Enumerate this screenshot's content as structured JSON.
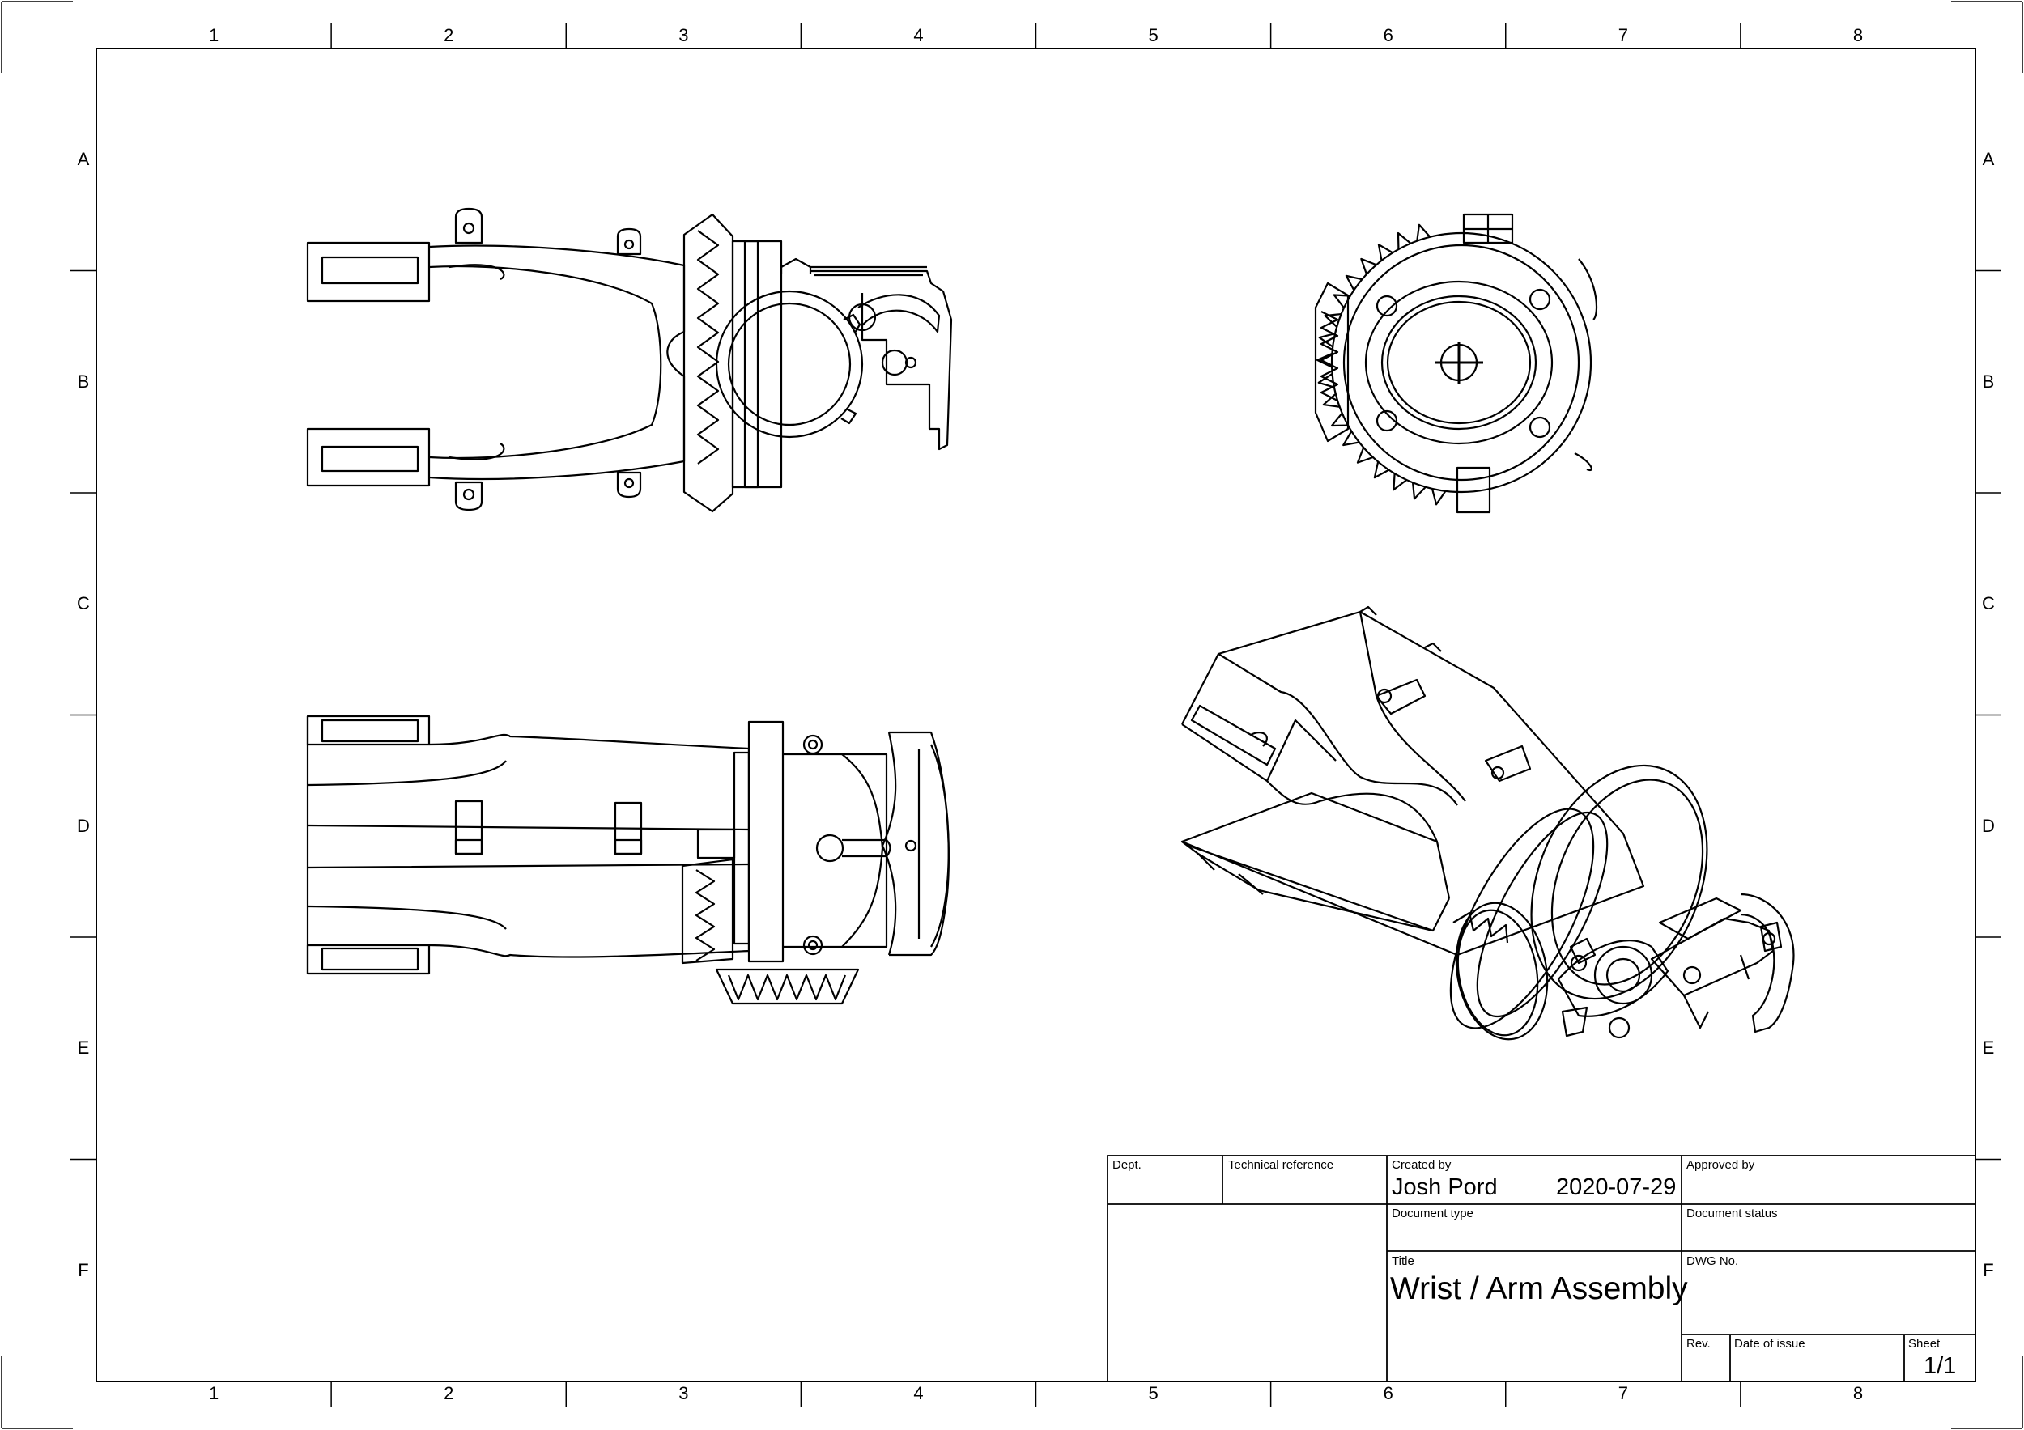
{
  "zones": {
    "columns": [
      "1",
      "2",
      "3",
      "4",
      "5",
      "6",
      "7",
      "8"
    ],
    "rows": [
      "A",
      "B",
      "C",
      "D",
      "E",
      "F"
    ]
  },
  "views": {
    "top": "top-view",
    "front": "front-view",
    "side": "side-view",
    "iso": "isometric-view"
  },
  "title_block": {
    "dept_label": "Dept.",
    "tech_ref_label": "Technical reference",
    "created_by_label": "Created by",
    "created_by": "Josh Pord",
    "created_date": "2020-07-29",
    "approved_by_label": "Approved by",
    "doc_type_label": "Document type",
    "doc_status_label": "Document status",
    "title_label": "Title",
    "title": "Wrist / Arm Assembly",
    "dwg_no_label": "DWG No.",
    "rev_label": "Rev.",
    "date_of_issue_label": "Date of issue",
    "sheet_label": "Sheet",
    "sheet": "1/1"
  }
}
